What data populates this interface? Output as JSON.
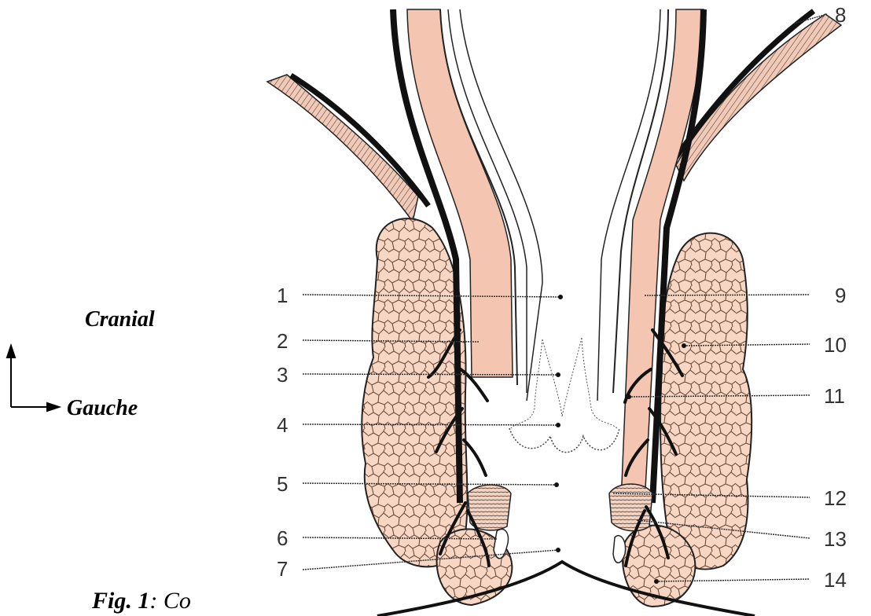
{
  "orientation": {
    "cranial": "Cranial",
    "gauche": "Gauche"
  },
  "caption": {
    "figure": "Fig. 1",
    "rest": ": Co"
  },
  "labels_left": [
    "1",
    "2",
    "3",
    "4",
    "5",
    "6",
    "7"
  ],
  "labels_right": [
    "8",
    "9",
    "10",
    "11",
    "12",
    "13",
    "14"
  ],
  "colors": {
    "fat": "#f7d6c4",
    "muscle": "#f4c6b2",
    "line": "#1a1a1a",
    "background": "#ffffff"
  }
}
